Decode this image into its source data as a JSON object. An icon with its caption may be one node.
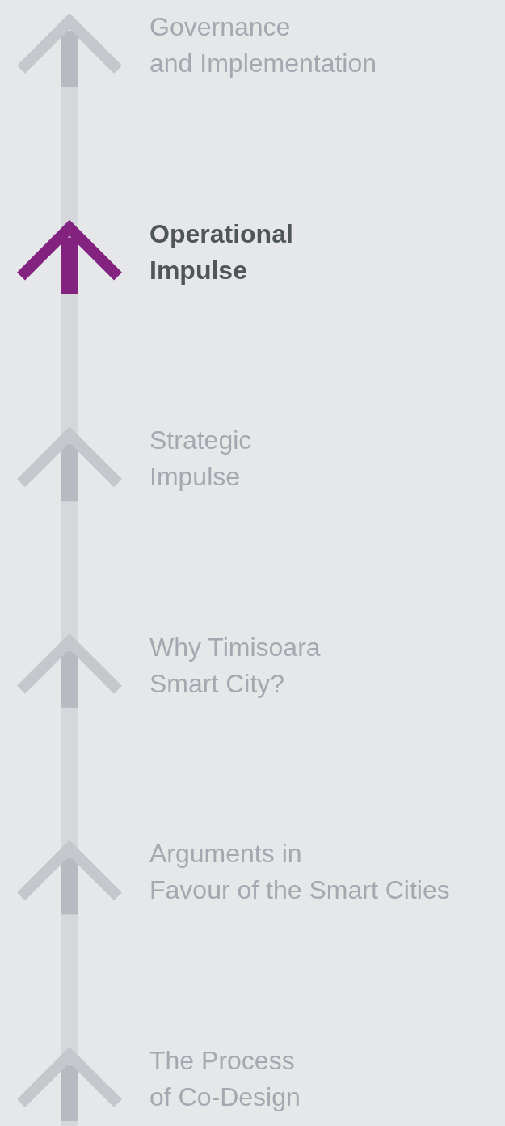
{
  "diagram": {
    "nodes": [
      {
        "text": [
          "Governance and Implementation"
        ]
      },
      {
        "text": [
          "Operational Impulse"
        ]
      },
      {
        "text": [
          "Strategic Impulse"
        ]
      },
      {
        "text": [
          "Why Timisoara Smart City?"
        ]
      },
      {
        "text": [
          "Arguments in Favour of the Smart Cities"
        ]
      },
      {
        "text": [
          "The Process of Co-Design"
        ]
      }
    ]
  }
}
